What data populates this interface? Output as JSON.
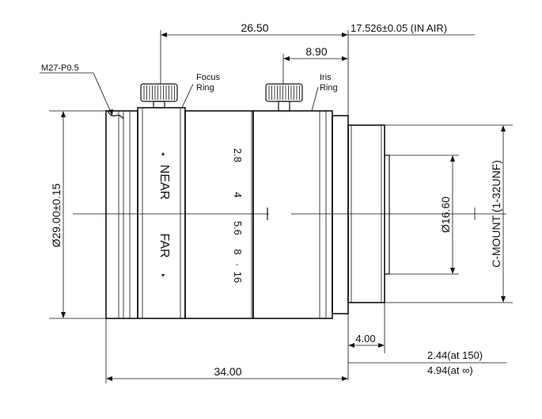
{
  "dimensions": {
    "d_26_50": "26.50",
    "d_17_526": "17.526±0.05  (IN AIR)",
    "d_8_90": "8.90",
    "d_29_00": "Ø29.00±0.15",
    "d_16_60": "Ø16.60",
    "d_4_00": "4.00",
    "d_34_00": "34.00",
    "d_2_44": "2.44(at 150)",
    "d_4_94": "4.94(at ∞)"
  },
  "callouts": {
    "thread": "M27-P0.5",
    "focus_ring_1": "Focus",
    "focus_ring_2": "Ring",
    "iris_ring_1": "Iris",
    "iris_ring_2": "Ring",
    "mount": "C-MOUNT  (1-32UNF)"
  },
  "ring_markings": {
    "near": "NEAR",
    "far": "FAR",
    "left_arrow": "◂",
    "right_arrow": "▸",
    "fstops": [
      "2.8",
      "4",
      "5.6",
      "8",
      "·",
      "16"
    ]
  },
  "colors": {
    "line": "#111111",
    "background": "#ffffff"
  }
}
